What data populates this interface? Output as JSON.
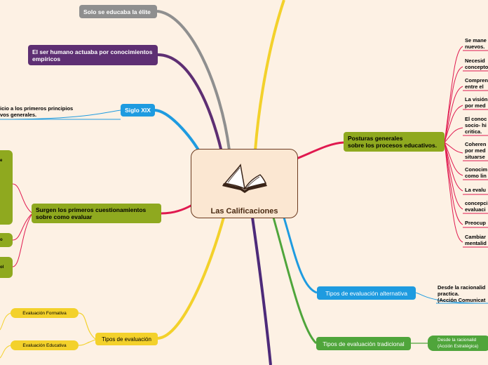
{
  "center": {
    "title": "Las Calificaciones",
    "icon": "open-book-icon"
  },
  "nodes": {
    "elite": "Solo se educaba la élite",
    "empiricos": "El ser humano actuaba por conocimientos empíricos",
    "siglo": "Siglo XIX",
    "siglo_text": "icio a los primeros principios\nvos generales.",
    "surgen": "Surgen los primeros cuestionamientos\nsobre como evaluar",
    "surgen_sub1": "e",
    "surgen_sub2": "o",
    "surgen_sub3": "ol",
    "tipos_eval": "Tipos de evaluación",
    "formativa": "Evaluación Formativa",
    "educativa": "Evaluación Educativa",
    "posturas": "Posturas generales\nsobre los procesos educativos.",
    "alternativa": "Tipos de evaluación alternativa",
    "alternativa_text": "Desde la racionalid\npractica.\n(Acción Comunicat",
    "tradicional": "Tipos de evaluación tradicional",
    "tradicional_text": "Desde la racionalid\n(Acción Estratégica)"
  },
  "posturas_items": [
    "Se mane\nnuevos.",
    "Necesid\nconcepto",
    "Compren\nentre el",
    "La visión\npor med",
    "El conoc\nsocio- hi\ncritica.",
    "Coheren\npor med\nsituarse",
    "Conocim\ncomo lin",
    "La evalu",
    "concepci\nevaluaci",
    "Preocup",
    "Cambiar\nmentalid"
  ],
  "colors": {
    "background": "#fdf1e4",
    "gray": "#8f8f8f",
    "purple": "#5e2f73",
    "blue": "#1e9be0",
    "olive": "#8fa91f",
    "yellow": "#f3d12b",
    "crimson": "#e0194f",
    "green": "#4fa53b",
    "indigo": "#4d2a79"
  }
}
